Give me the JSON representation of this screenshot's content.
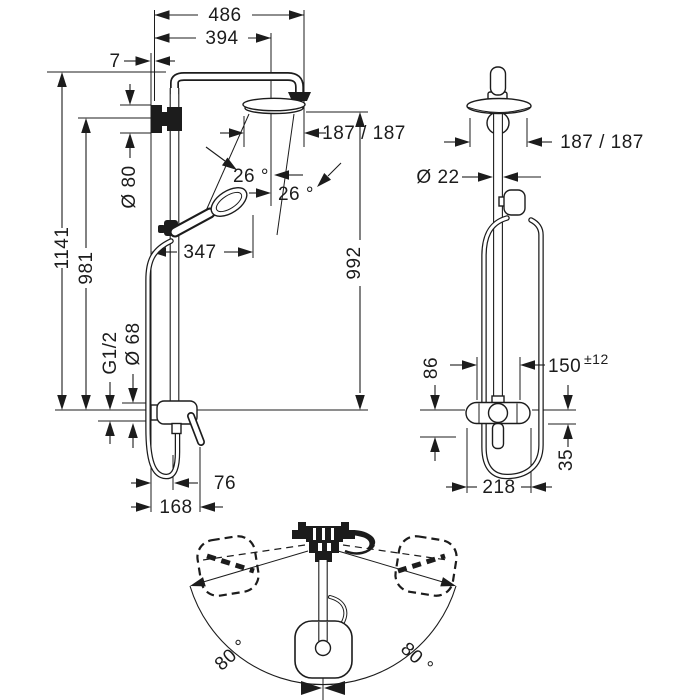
{
  "drawing": {
    "colors": {
      "ink": "#1c1c1c",
      "background": "#ffffff"
    },
    "side_view": {
      "total_projection": "486",
      "arm_projection": "394",
      "wall_offset": "7",
      "head_width": "187 / 187",
      "spray_angle_outer": "26 °",
      "spray_angle_inner": "26 °",
      "bracket_diameter": "Ø 80",
      "total_height": "1141",
      "bar_height": "981",
      "hand_shower_projection": "347",
      "head_height": "992",
      "connection_thread": "G1/2",
      "escutcheon_diameter": "Ø 68",
      "hose_projection": "76",
      "handle_projection": "168"
    },
    "front_view": {
      "head_width": "187 / 187",
      "pipe_diameter": "Ø 22",
      "connection_spacing": "150",
      "connection_tolerance": "±12",
      "outlet_drop": "86",
      "outlet_offset": "35",
      "hose_loop_width": "218"
    },
    "top_view": {
      "swivel_angle_left": "80 °",
      "swivel_angle_right": "80 °"
    }
  }
}
